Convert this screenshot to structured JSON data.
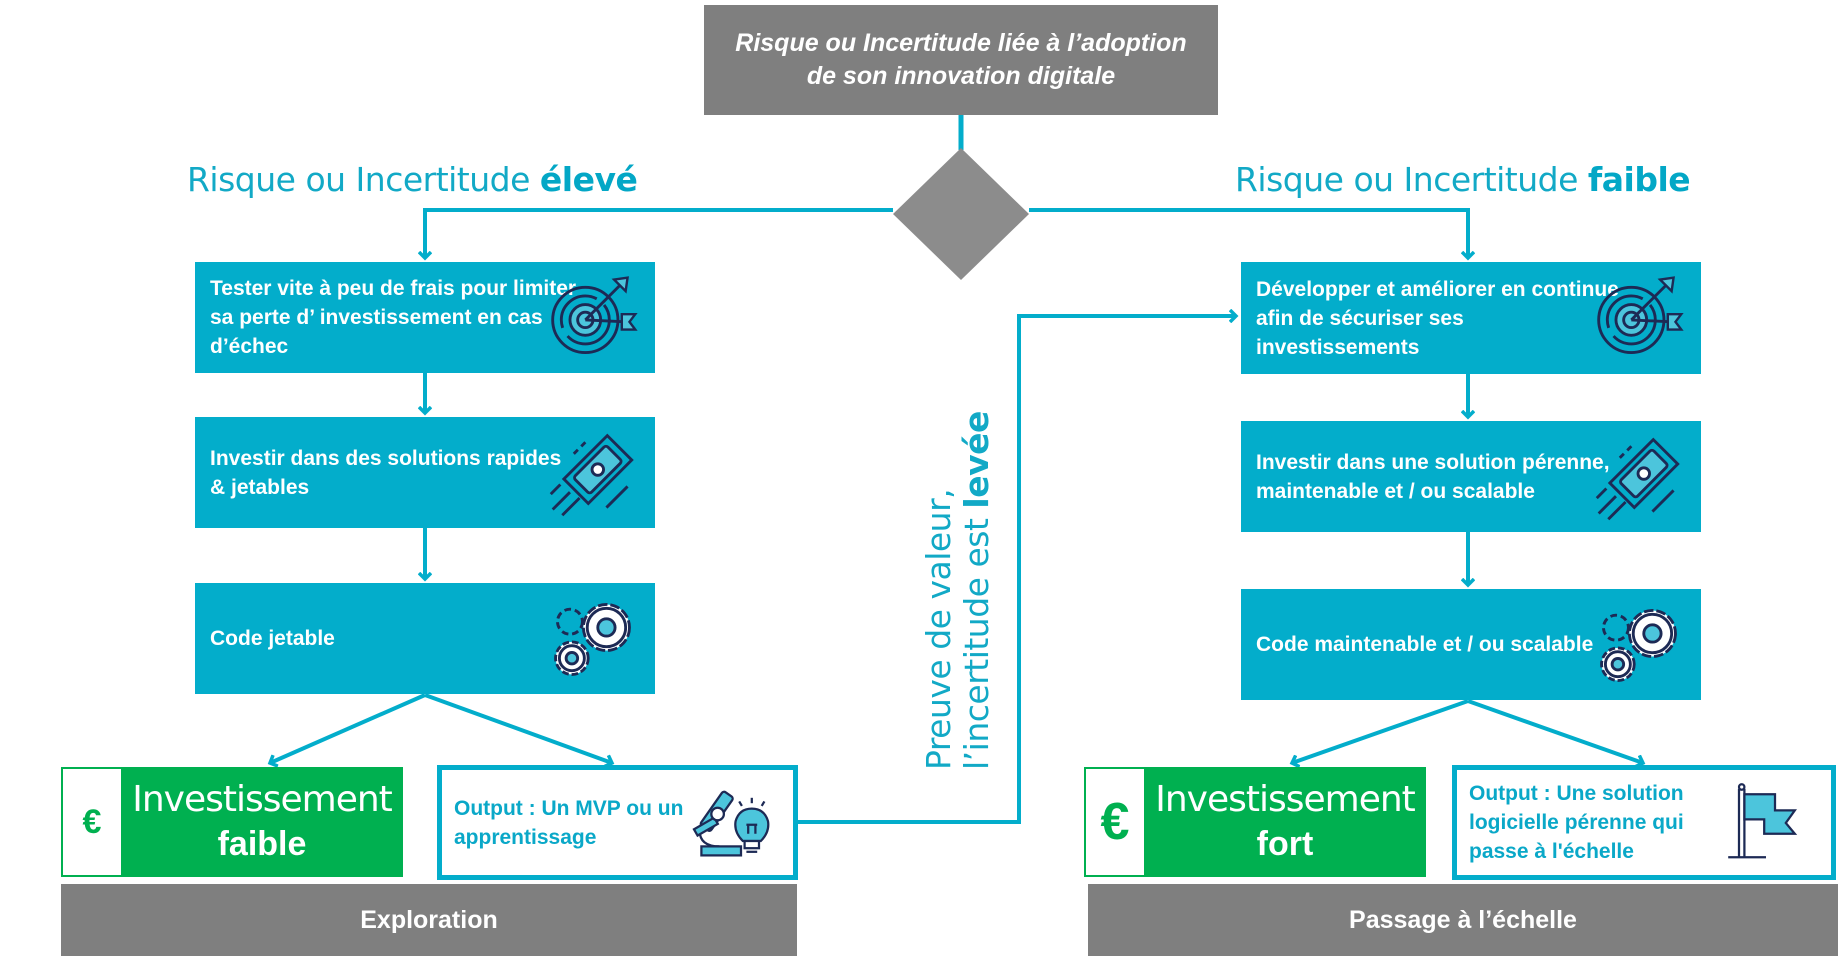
{
  "top_question": "Risque ou Incertitude liée à l’adoption de son innovation digitale",
  "branches": {
    "left": {
      "label_regular": "Risque ou Incertitude ",
      "label_bold": "élevé"
    },
    "right": {
      "label_regular": "Risque ou Incertitude ",
      "label_bold": "faible"
    }
  },
  "left_column": {
    "steps": [
      {
        "text": "Tester vite à peu de frais pour limiter sa perte d’ investissement en cas d’échec",
        "icon": "target-icon"
      },
      {
        "text": "Investir dans des solutions rapides & jetables",
        "icon": "flying-money-icon"
      },
      {
        "text": "Code jetable",
        "icon": "gears-icon"
      }
    ],
    "investment": {
      "symbol": "€",
      "line1": "Investissement",
      "line2": "faible"
    },
    "output": {
      "text": "Output : Un MVP ou un apprentissage",
      "icon": "microscope-lightbulb-icon"
    },
    "phase": "Exploration"
  },
  "right_column": {
    "steps": [
      {
        "text": "Développer et améliorer en continue afin de sécuriser ses investissements",
        "icon": "target-icon"
      },
      {
        "text": "Investir dans une solution pérenne, maintenable et / ou scalable",
        "icon": "flying-money-icon"
      },
      {
        "text": "Code maintenable et / ou scalable",
        "icon": "gears-icon"
      }
    ],
    "investment": {
      "symbol": "€",
      "line1": "Investissement",
      "line2": "fort"
    },
    "output": {
      "text": "Output : Une solution logicielle pérenne qui passe à l'échelle",
      "icon": "flag-icon"
    },
    "phase": "Passage à l’échelle"
  },
  "transition": {
    "line1": "Preuve de valeur,",
    "line2_regular": "l’incertitude  est ",
    "line2_bold": "levée"
  },
  "colors": {
    "teal": "#03adcb",
    "green": "#00b050",
    "gray": "#7f7f7f",
    "diamond": "#8c8c8c",
    "icon_stroke": "#1d2a55",
    "icon_fill": "#4cc5dc"
  }
}
